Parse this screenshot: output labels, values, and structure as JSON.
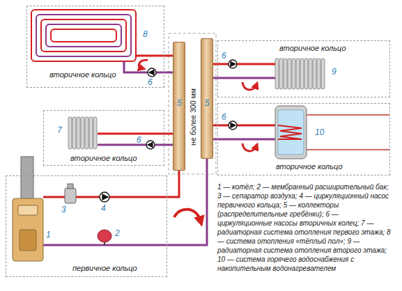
{
  "diagram": {
    "nodes": [
      {
        "text": [
          "вторичное кольцо"
        ]
      },
      {
        "text": [
          "5"
        ]
      },
      {
        "text": [
          "5"
        ]
      },
      {
        "text": [
          "вторичное кольцо"
        ]
      },
      {
        "text": [
          "вторичное кольцо"
        ]
      },
      {
        "text": [
          "вторичное кольцо"
        ]
      },
      {
        "text": [
          "первичное кольцо"
        ]
      }
    ],
    "edges": [
      {
        "from": 1,
        "to": 0,
        "arrow": "none"
      },
      {
        "from": 0,
        "to": 1,
        "arrow": "none"
      },
      {
        "from": 1,
        "to": 4,
        "arrow": "none"
      },
      {
        "from": 4,
        "to": 1,
        "arrow": "none"
      },
      {
        "from": 2,
        "to": 3,
        "arrow": "none"
      },
      {
        "from": 3,
        "to": 2,
        "arrow": "none"
      },
      {
        "from": 2,
        "to": 5,
        "arrow": "none"
      },
      {
        "from": 5,
        "to": 2,
        "arrow": "none"
      },
      {
        "from": 6,
        "to": 1,
        "arrow": "none"
      },
      {
        "from": 2,
        "to": 6,
        "arrow": "none"
      }
    ],
    "labels": [
      "8",
      "6",
      "7",
      "6",
      "6",
      "9",
      "6",
      "10",
      "1",
      "2",
      "3",
      "4",
      "не более 300 мм",
      "1 — котёл; 2 — мембранный расширительный бак; 3 — сепаратор воздуха; 4 — циркуляционный насос первичного кольца; 5 — коллекторы (распределительные гребёнки); 6 — циркуляционные насосы вторичных колец; 7 — радиаторная система отопления первого этажа; 8 — система отопления «тёплый пол»; 9 — радиаторная система отопления второго этажа; 10 — система горячего водоснабжения с накопительным водонагревателем"
    ]
  }
}
